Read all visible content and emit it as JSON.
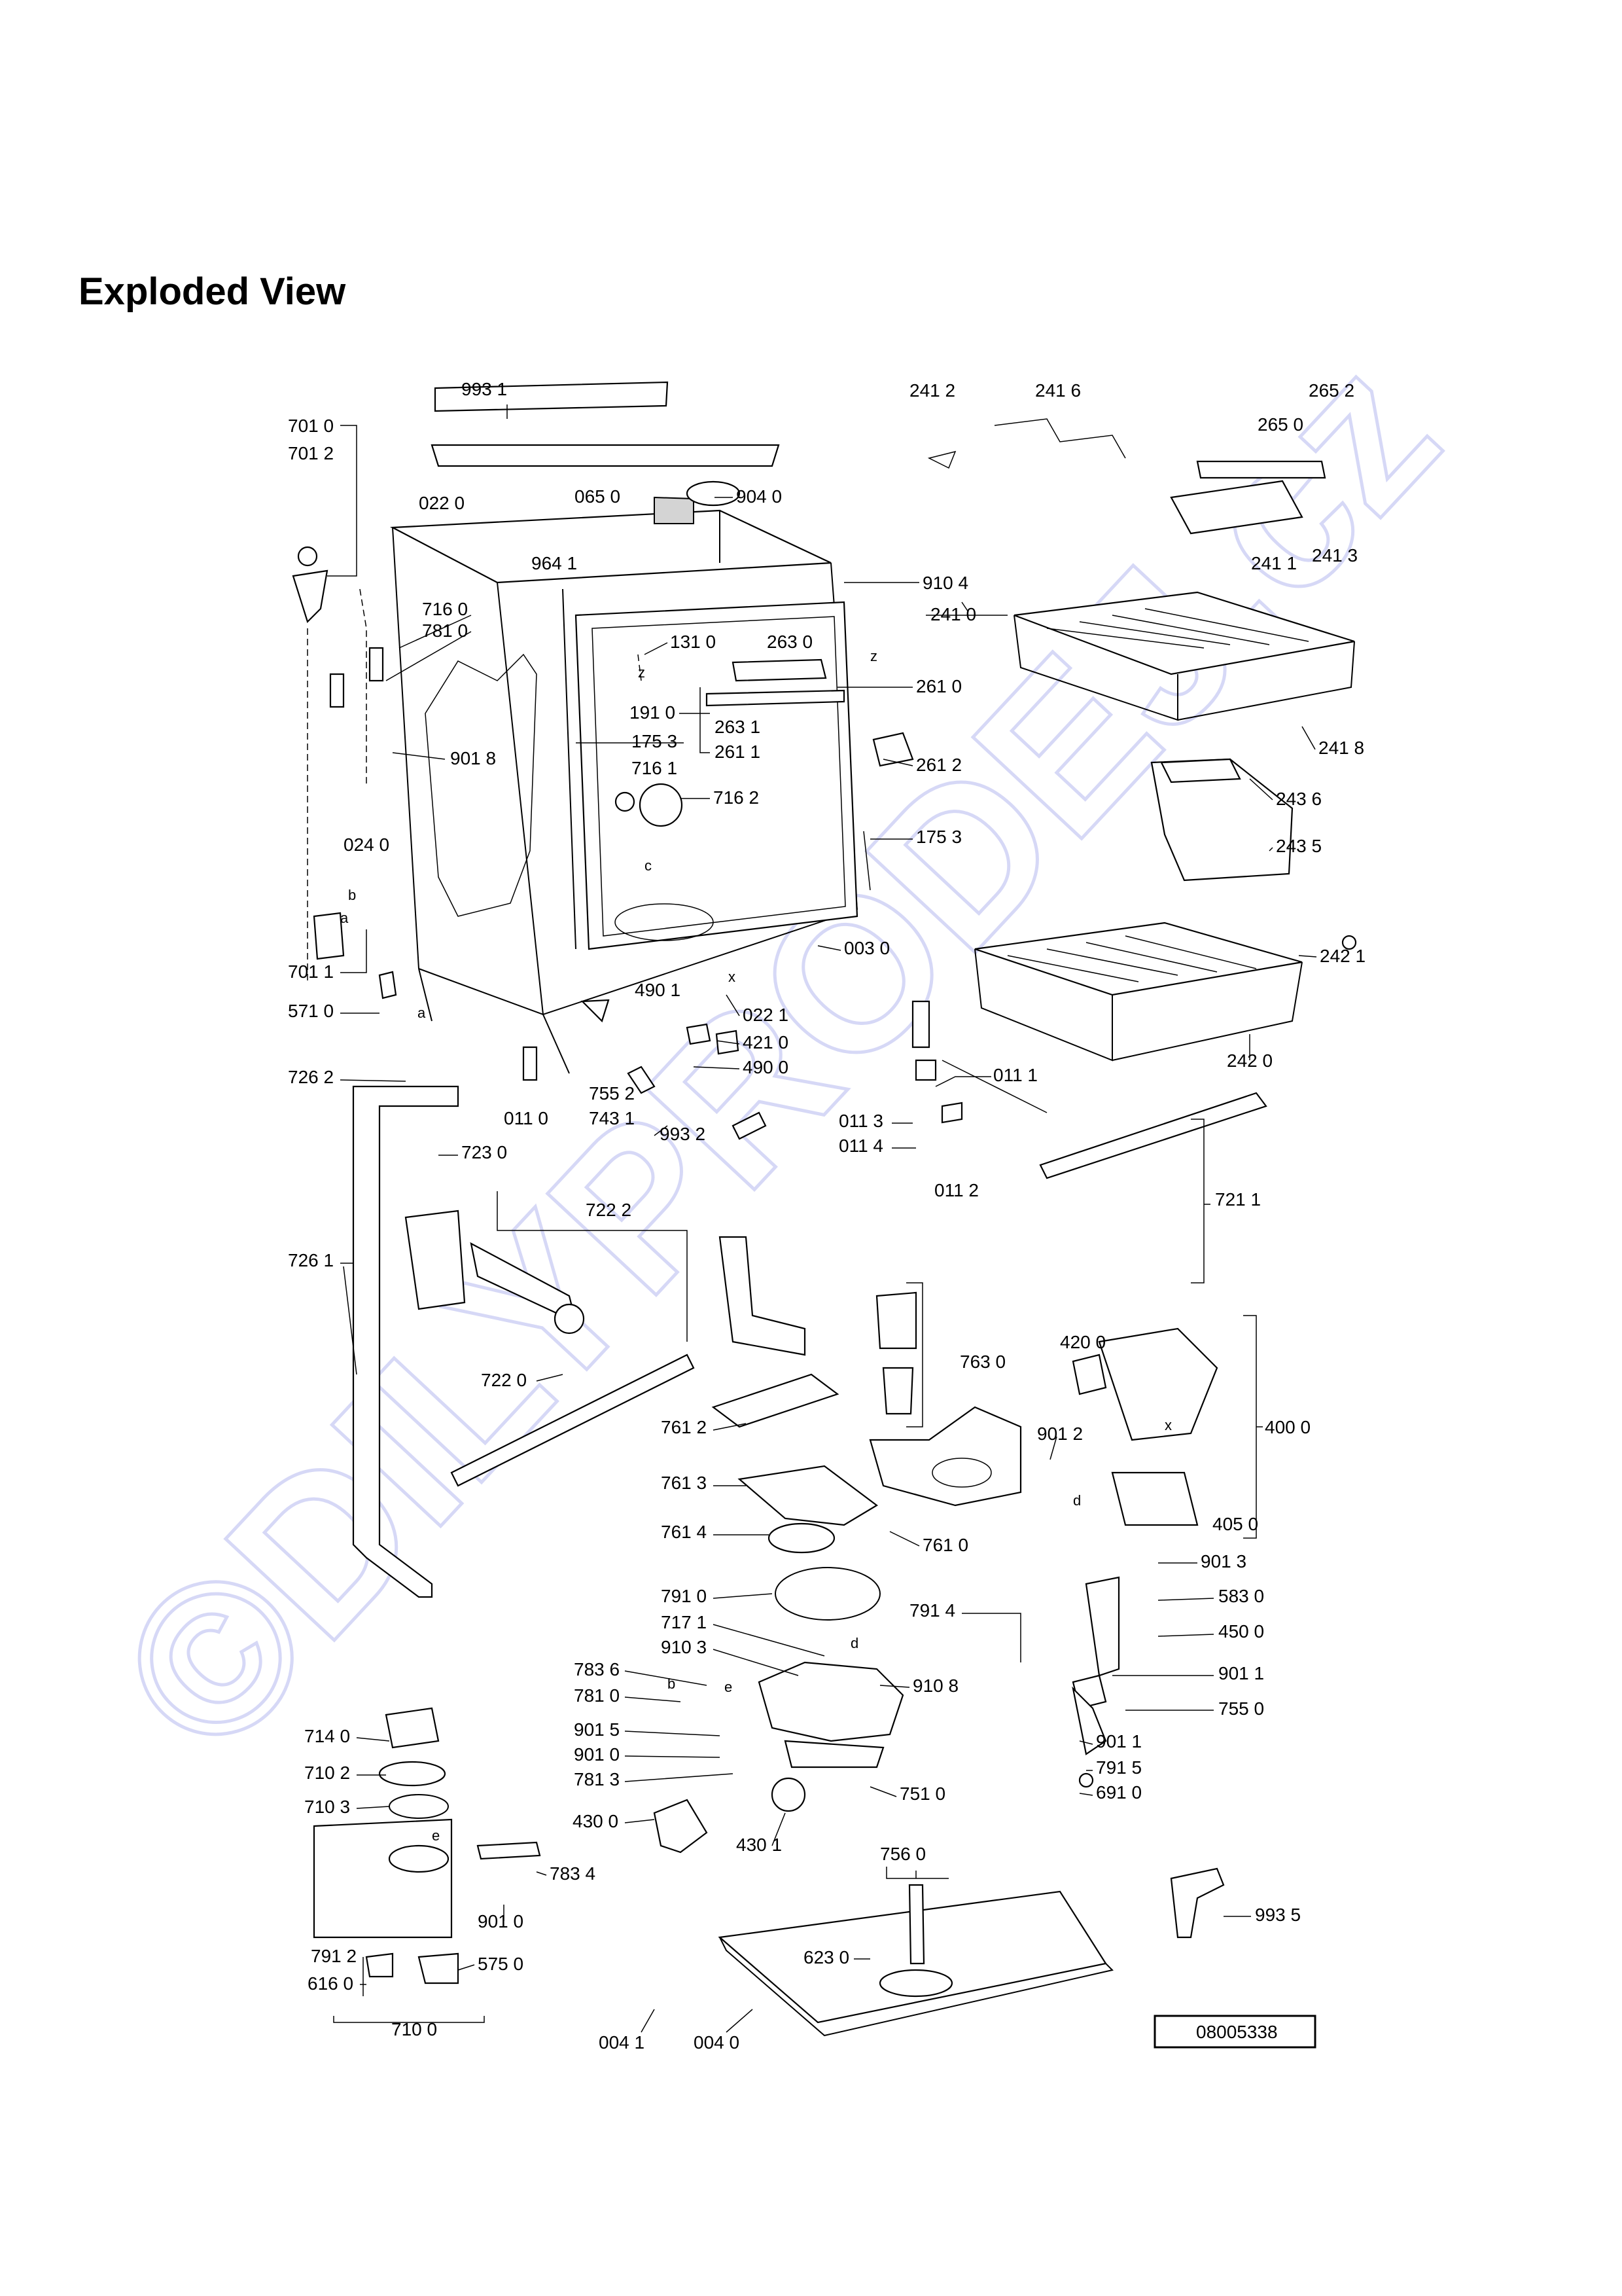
{
  "page": {
    "title": "Exploded View",
    "reference_code": "08005338",
    "watermark": "©DILYPRODEJ.cz"
  },
  "part_labels": [
    {
      "id": "l9931",
      "text": "993 1"
    },
    {
      "id": "l7010",
      "text": "701 0"
    },
    {
      "id": "l7012",
      "text": "701 2"
    },
    {
      "id": "l0650",
      "text": "065 0"
    },
    {
      "id": "l9040",
      "text": "904 0"
    },
    {
      "id": "l0220",
      "text": "022 0"
    },
    {
      "id": "l9641",
      "text": "964 1"
    },
    {
      "id": "l9104",
      "text": "910 4"
    },
    {
      "id": "l7160",
      "text": "716 0"
    },
    {
      "id": "l7810a",
      "text": "781 0"
    },
    {
      "id": "l1310",
      "text": "131 0"
    },
    {
      "id": "l2630",
      "text": "263 0"
    },
    {
      "id": "l2610",
      "text": "261 0"
    },
    {
      "id": "l1910",
      "text": "191 0"
    },
    {
      "id": "l1753a",
      "text": "175 3"
    },
    {
      "id": "l2631",
      "text": "263 1"
    },
    {
      "id": "l2611",
      "text": "261 1"
    },
    {
      "id": "l9018",
      "text": "901 8"
    },
    {
      "id": "l7161",
      "text": "716 1"
    },
    {
      "id": "l7162",
      "text": "716 2"
    },
    {
      "id": "l2612",
      "text": "261 2"
    },
    {
      "id": "l1753b",
      "text": "175 3"
    },
    {
      "id": "l0240",
      "text": "024 0"
    },
    {
      "id": "l0030",
      "text": "003 0"
    },
    {
      "id": "l7011",
      "text": "701 1"
    },
    {
      "id": "l4901",
      "text": "490 1"
    },
    {
      "id": "l0221",
      "text": "022 1"
    },
    {
      "id": "l5710",
      "text": "571 0"
    },
    {
      "id": "l4210",
      "text": "421 0"
    },
    {
      "id": "l4900",
      "text": "490 0"
    },
    {
      "id": "l7262",
      "text": "726 2"
    },
    {
      "id": "l7552",
      "text": "755 2"
    },
    {
      "id": "l0110",
      "text": "011 0"
    },
    {
      "id": "l7431",
      "text": "743 1"
    },
    {
      "id": "l7230",
      "text": "723 0"
    },
    {
      "id": "l9932",
      "text": "993 2"
    },
    {
      "id": "l0113",
      "text": "011 3"
    },
    {
      "id": "l0114",
      "text": "011 4"
    },
    {
      "id": "l0111",
      "text": "011 1"
    },
    {
      "id": "l0112",
      "text": "011 2"
    },
    {
      "id": "l2412",
      "text": "241 2"
    },
    {
      "id": "l2416",
      "text": "241 6"
    },
    {
      "id": "l2652",
      "text": "265 2"
    },
    {
      "id": "l2650",
      "text": "265 0"
    },
    {
      "id": "l2411",
      "text": "241 1"
    },
    {
      "id": "l2413",
      "text": "241 3"
    },
    {
      "id": "l2410",
      "text": "241 0"
    },
    {
      "id": "l2418",
      "text": "241 8"
    },
    {
      "id": "l2436",
      "text": "243 6"
    },
    {
      "id": "l2435",
      "text": "243 5"
    },
    {
      "id": "l2421",
      "text": "242 1"
    },
    {
      "id": "l2420",
      "text": "242 0"
    },
    {
      "id": "l7211",
      "text": "721 1"
    },
    {
      "id": "l7222",
      "text": "722 2"
    },
    {
      "id": "l7261",
      "text": "726 1"
    },
    {
      "id": "l7220",
      "text": "722 0"
    },
    {
      "id": "l7630",
      "text": "763 0"
    },
    {
      "id": "l4200",
      "text": "420 0"
    },
    {
      "id": "l7612",
      "text": "761 2"
    },
    {
      "id": "l9012",
      "text": "901 2"
    },
    {
      "id": "l4000",
      "text": "400 0"
    },
    {
      "id": "l7613",
      "text": "761 3"
    },
    {
      "id": "l4050",
      "text": "405 0"
    },
    {
      "id": "l7614",
      "text": "761 4"
    },
    {
      "id": "l7610",
      "text": "761 0"
    },
    {
      "id": "l9013",
      "text": "901 3"
    },
    {
      "id": "l7910",
      "text": "791 0"
    },
    {
      "id": "l5830",
      "text": "583 0"
    },
    {
      "id": "l7171",
      "text": "717 1"
    },
    {
      "id": "l7914",
      "text": "791 4"
    },
    {
      "id": "l4500",
      "text": "450 0"
    },
    {
      "id": "l9103",
      "text": "910 3"
    },
    {
      "id": "l7836",
      "text": "783 6"
    },
    {
      "id": "l9108",
      "text": "910 8"
    },
    {
      "id": "l9011a",
      "text": "901 1"
    },
    {
      "id": "l7810b",
      "text": "781 0"
    },
    {
      "id": "l7550",
      "text": "755 0"
    },
    {
      "id": "l7140",
      "text": "714 0"
    },
    {
      "id": "l9015",
      "text": "901 5"
    },
    {
      "id": "l9011b",
      "text": "901 1"
    },
    {
      "id": "l9010a",
      "text": "901 0"
    },
    {
      "id": "l7915",
      "text": "791 5"
    },
    {
      "id": "l7102",
      "text": "710 2"
    },
    {
      "id": "l7813",
      "text": "781 3"
    },
    {
      "id": "l7510",
      "text": "751 0"
    },
    {
      "id": "l6910",
      "text": "691 0"
    },
    {
      "id": "l7103",
      "text": "710 3"
    },
    {
      "id": "l4300",
      "text": "430 0"
    },
    {
      "id": "l4301",
      "text": "430 1"
    },
    {
      "id": "l7560",
      "text": "756 0"
    },
    {
      "id": "l7834",
      "text": "783 4"
    },
    {
      "id": "l9010b",
      "text": "901 0"
    },
    {
      "id": "l9935",
      "text": "993 5"
    },
    {
      "id": "l6230",
      "text": "623 0"
    },
    {
      "id": "l7912",
      "text": "791 2"
    },
    {
      "id": "l5750",
      "text": "575 0"
    },
    {
      "id": "l6160",
      "text": "616 0"
    },
    {
      "id": "l7100",
      "text": "710 0"
    },
    {
      "id": "l0041",
      "text": "004 1"
    },
    {
      "id": "l0040",
      "text": "004 0"
    }
  ],
  "letter_marks": [
    {
      "id": "m_z1",
      "text": "z"
    },
    {
      "id": "m_z2",
      "text": "z"
    },
    {
      "id": "m_c",
      "text": "c"
    },
    {
      "id": "m_b1",
      "text": "b"
    },
    {
      "id": "m_a1",
      "text": "a"
    },
    {
      "id": "m_a2",
      "text": "a"
    },
    {
      "id": "m_x1",
      "text": "x"
    },
    {
      "id": "m_x2",
      "text": "x"
    },
    {
      "id": "m_d1",
      "text": "d"
    },
    {
      "id": "m_d2",
      "text": "d"
    },
    {
      "id": "m_b2",
      "text": "b"
    },
    {
      "id": "m_e1",
      "text": "e"
    },
    {
      "id": "m_e2",
      "text": "e"
    }
  ]
}
